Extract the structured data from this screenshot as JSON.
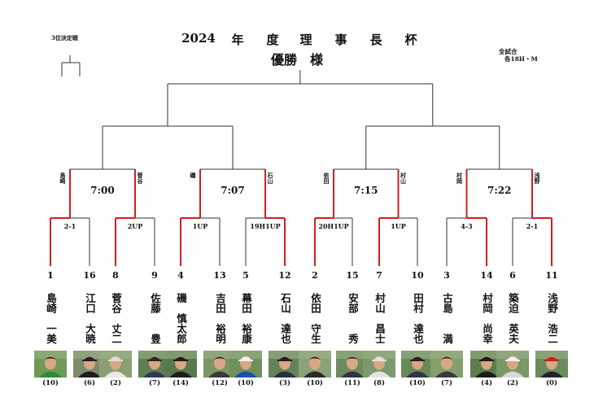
{
  "header": {
    "third_place_label": "3位決定戦",
    "title_chars": [
      "2024",
      "年",
      "度",
      "理",
      "事",
      "長",
      "杯"
    ],
    "subtitle": "優勝　様",
    "rules_line1": "全試合",
    "rules_line2": "各18H・M"
  },
  "colors": {
    "winner_line": "#d21f1f",
    "bracket_line": "#333333"
  },
  "round1_scores": [
    "2-1",
    "2UP",
    "1UP",
    "19H1UP",
    "20H1UP",
    "1UP",
    "4-3",
    "2-1"
  ],
  "round2": [
    {
      "time": "7:00",
      "left_winner": "島崎",
      "right_winner": "菅谷"
    },
    {
      "time": "7:07",
      "left_winner": "磯",
      "right_winner": "石山"
    },
    {
      "time": "7:15",
      "left_winner": "依田",
      "right_winner": "村山"
    },
    {
      "time": "7:22",
      "left_winner": "村岡",
      "right_winner": "浅野"
    }
  ],
  "players": [
    {
      "seed": "1",
      "name": "島崎　一美",
      "handicap": "(10)",
      "photo_bg": "#6e9a55",
      "shirt": "#2f8a3c",
      "cap": "none"
    },
    {
      "seed": "16",
      "name": "江口　大暁",
      "handicap": "(6)",
      "photo_bg": "#7d8b6a",
      "shirt": "#1c1c22",
      "cap": "#222222"
    },
    {
      "seed": "8",
      "name": "菅谷　丈二",
      "handicap": "(2)",
      "photo_bg": "#8aa070",
      "shirt": "#e8e8e8",
      "cap": "#dddddd"
    },
    {
      "seed": "9",
      "name": "佐藤　　豊",
      "handicap": "(7)",
      "photo_bg": "#5f7f52",
      "shirt": "#2b3a5a",
      "cap": "#2a2a2a"
    },
    {
      "seed": "4",
      "name": "磯　慎太郎",
      "handicap": "(14)",
      "photo_bg": "#587a4a",
      "shirt": "#1e1e1e",
      "cap": "#1e1e1e"
    },
    {
      "seed": "13",
      "name": "吉田　裕明",
      "handicap": "(12)",
      "photo_bg": "#7a9665",
      "shirt": "#3a3a3a",
      "cap": "none"
    },
    {
      "seed": "5",
      "name": "幕田　裕康",
      "handicap": "(10)",
      "photo_bg": "#6f8f5e",
      "shirt": "#1f4fa8",
      "cap": "#f0f0f0"
    },
    {
      "seed": "12",
      "name": "石山　達也",
      "handicap": "(3)",
      "photo_bg": "#62835a",
      "shirt": "#27303e",
      "cap": "#222222"
    },
    {
      "seed": "2",
      "name": "依田　守生",
      "handicap": "(10)",
      "photo_bg": "#89a276",
      "shirt": "#2a2a2a",
      "cap": "none"
    },
    {
      "seed": "15",
      "name": "安部　　秀",
      "handicap": "(11)",
      "photo_bg": "#6d8a60",
      "shirt": "#2e3446",
      "cap": "none"
    },
    {
      "seed": "7",
      "name": "村山　昌士",
      "handicap": "(8)",
      "photo_bg": "#7c9a6a",
      "shirt": "#e4e4e4",
      "cap": "#e0e0e0"
    },
    {
      "seed": "10",
      "name": "田村　達也",
      "handicap": "(10)",
      "photo_bg": "#688a58",
      "shirt": "#30344a",
      "cap": "#222222"
    },
    {
      "seed": "3",
      "name": "古島　　満",
      "handicap": "(7)",
      "photo_bg": "#83a06c",
      "shirt": "#3a3a3a",
      "cap": "none"
    },
    {
      "seed": "14",
      "name": "村岡　尚幸",
      "handicap": "(4)",
      "photo_bg": "#5b7c4c",
      "shirt": "#1c1c1c",
      "cap": "#1c1c1c"
    },
    {
      "seed": "6",
      "name": "築迫　英夫",
      "handicap": "(2)",
      "photo_bg": "#7a9766",
      "shirt": "#d8d8d8",
      "cap": "#f2f2f2"
    },
    {
      "seed": "11",
      "name": "浅野　浩二",
      "handicap": "(0)",
      "photo_bg": "#6a8c5c",
      "shirt": "#1e2430",
      "cap": "#c82020"
    }
  ]
}
